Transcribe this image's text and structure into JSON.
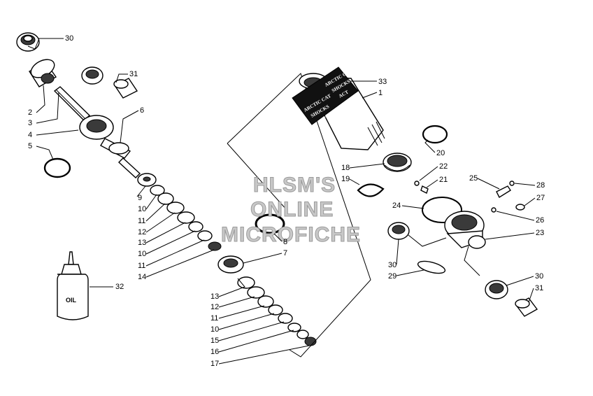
{
  "watermark": [
    "HLSM'S",
    "ONLINE",
    "MICROFICHE"
  ],
  "bottle_label": "OIL",
  "sleeve_text": [
    "ARCTIC CAT",
    "SHOCKS",
    "ACT"
  ],
  "callouts": [
    {
      "n": "30"
    },
    {
      "n": "31"
    },
    {
      "n": "2"
    },
    {
      "n": "3"
    },
    {
      "n": "4"
    },
    {
      "n": "6"
    },
    {
      "n": "5"
    },
    {
      "n": "9"
    },
    {
      "n": "10"
    },
    {
      "n": "11"
    },
    {
      "n": "12"
    },
    {
      "n": "13"
    },
    {
      "n": "10"
    },
    {
      "n": "11"
    },
    {
      "n": "14"
    },
    {
      "n": "8"
    },
    {
      "n": "7"
    },
    {
      "n": "32"
    },
    {
      "n": "13"
    },
    {
      "n": "12"
    },
    {
      "n": "11"
    },
    {
      "n": "10"
    },
    {
      "n": "15"
    },
    {
      "n": "16"
    },
    {
      "n": "17"
    },
    {
      "n": "33"
    },
    {
      "n": "1"
    },
    {
      "n": "20"
    },
    {
      "n": "18"
    },
    {
      "n": "19"
    },
    {
      "n": "22"
    },
    {
      "n": "21"
    },
    {
      "n": "24"
    },
    {
      "n": "25"
    },
    {
      "n": "28"
    },
    {
      "n": "27"
    },
    {
      "n": "26"
    },
    {
      "n": "23"
    },
    {
      "n": "30"
    },
    {
      "n": "29"
    },
    {
      "n": "30"
    },
    {
      "n": "31"
    }
  ]
}
